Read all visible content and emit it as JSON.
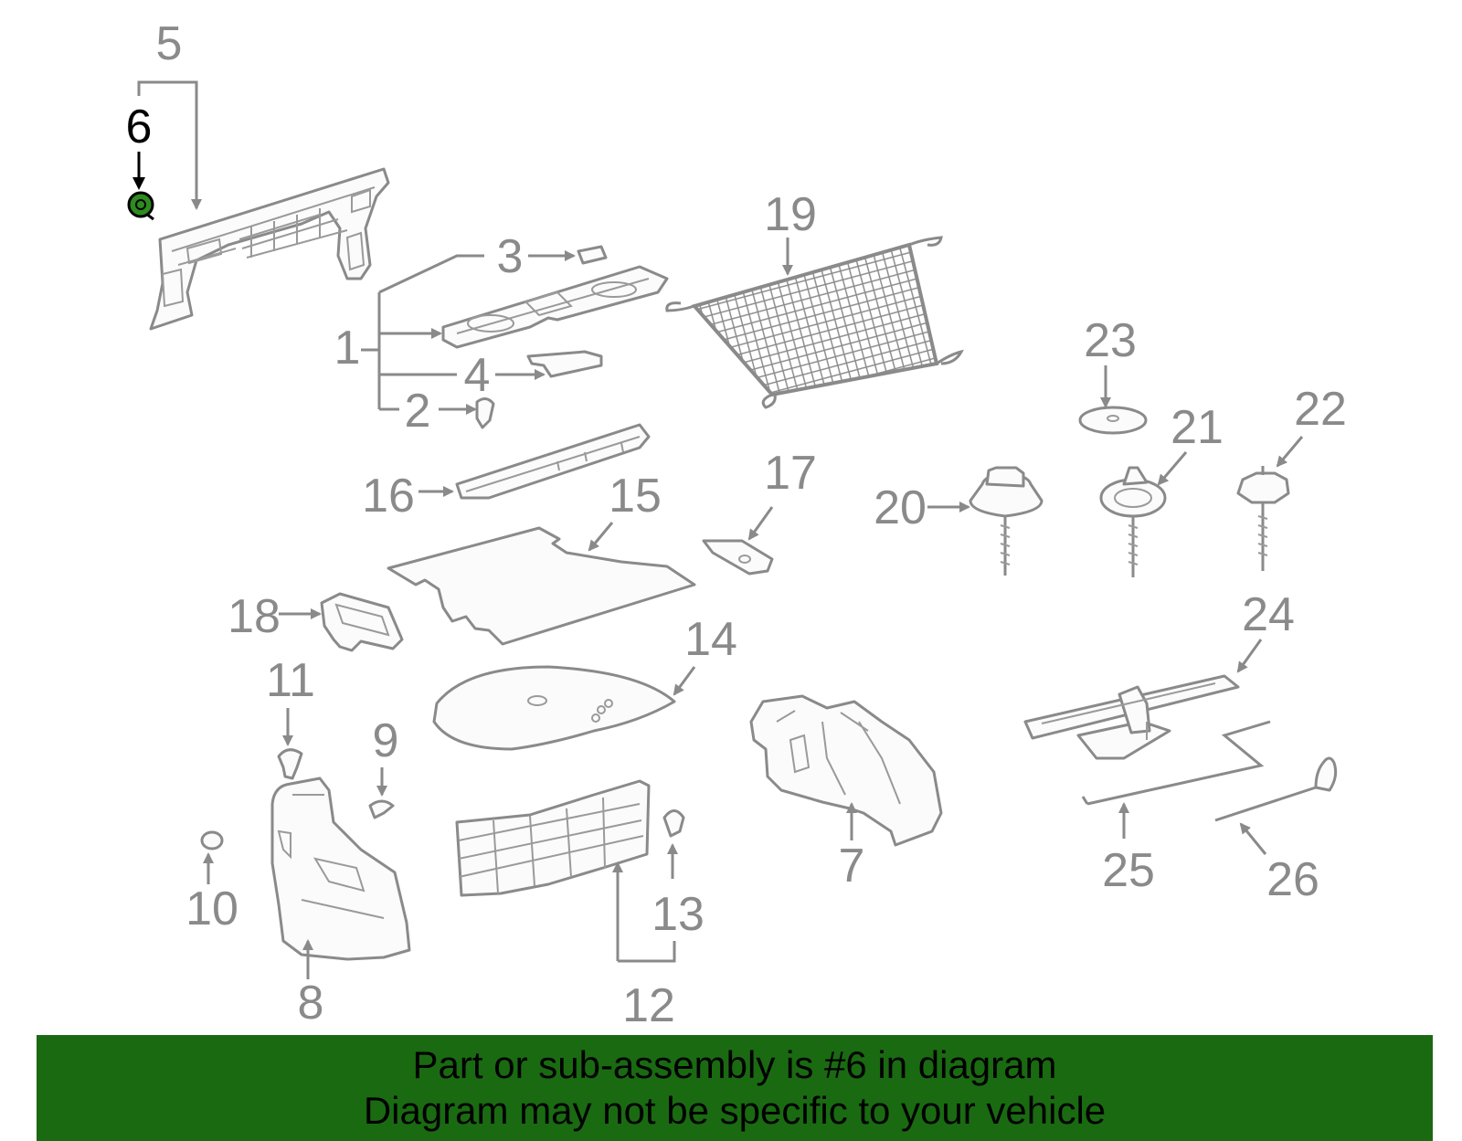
{
  "banner": {
    "line1": "Part or sub-assembly is #6 in diagram",
    "line2": "Diagram may not be specific to your vehicle",
    "color": "#1a6a12"
  },
  "highlight": {
    "part": "6",
    "color": "#2e8b1f"
  },
  "callouts": {
    "c1": "1",
    "c2": "2",
    "c3": "3",
    "c4": "4",
    "c5": "5",
    "c6": "6",
    "c7": "7",
    "c8": "8",
    "c9": "9",
    "c10": "10",
    "c11": "11",
    "c12": "12",
    "c13": "13",
    "c14": "14",
    "c15": "15",
    "c16": "16",
    "c17": "17",
    "c18": "18",
    "c19": "19",
    "c20": "20",
    "c21": "21",
    "c22": "22",
    "c23": "23",
    "c24": "24",
    "c25": "25",
    "c26": "26"
  }
}
